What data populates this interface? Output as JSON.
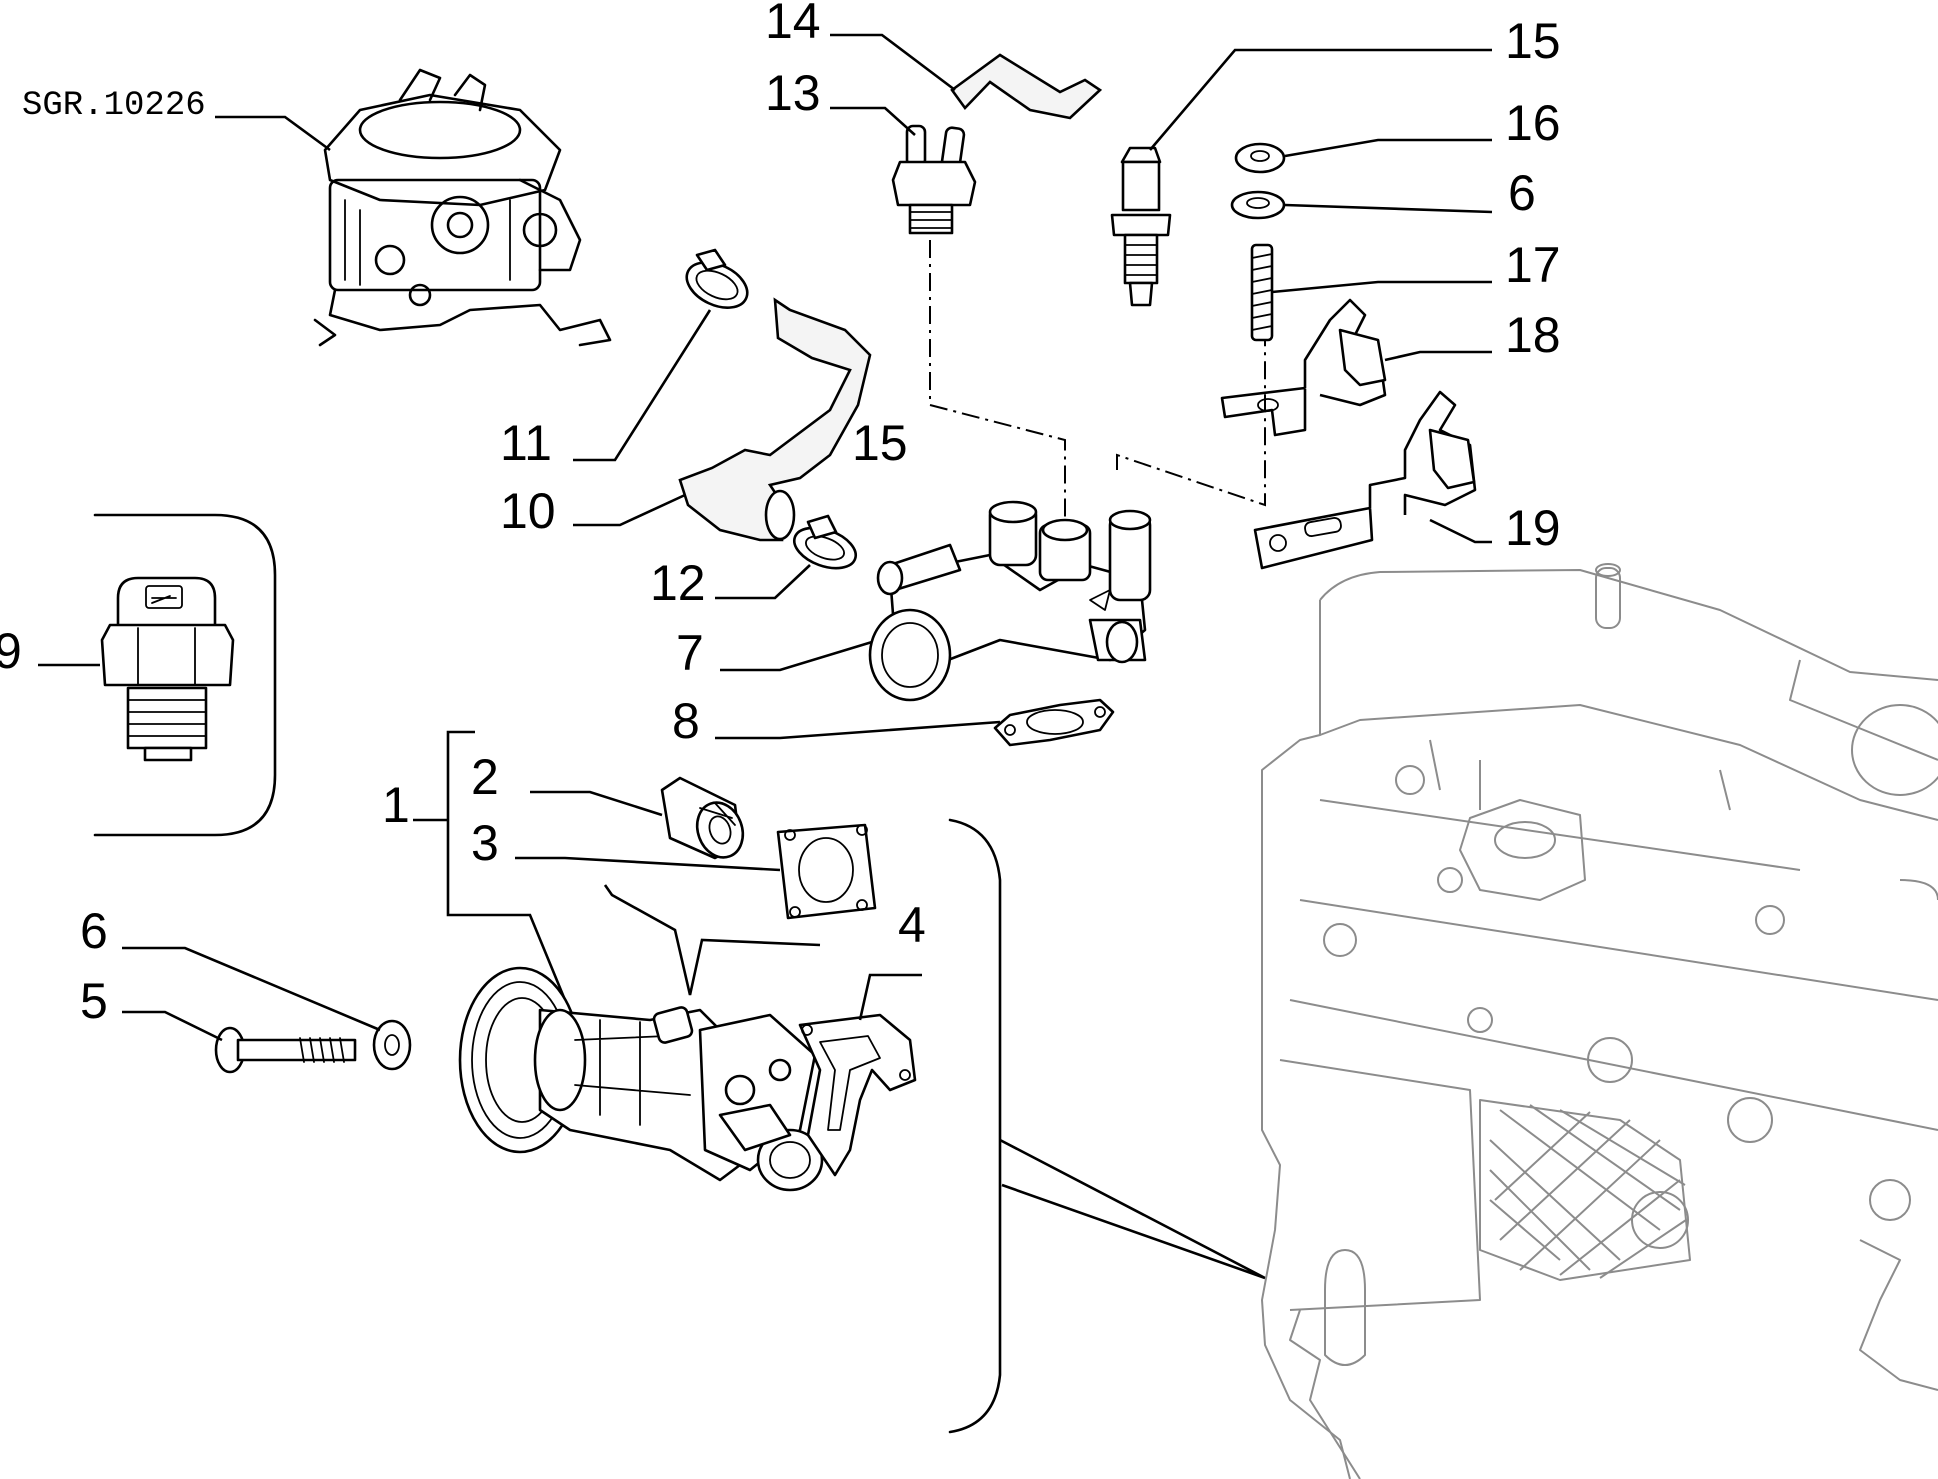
{
  "drawing_ref": "SGR.10226",
  "callouts": [
    "1",
    "2",
    "3",
    "4",
    "5",
    "6",
    "6",
    "7",
    "8",
    "9",
    "10",
    "11",
    "12",
    "13",
    "14",
    "15",
    "15",
    "16",
    "17",
    "18",
    "19"
  ],
  "colors": {
    "lines": "#000000",
    "engine_lines": "#8c8c8c",
    "background": "#ffffff"
  }
}
